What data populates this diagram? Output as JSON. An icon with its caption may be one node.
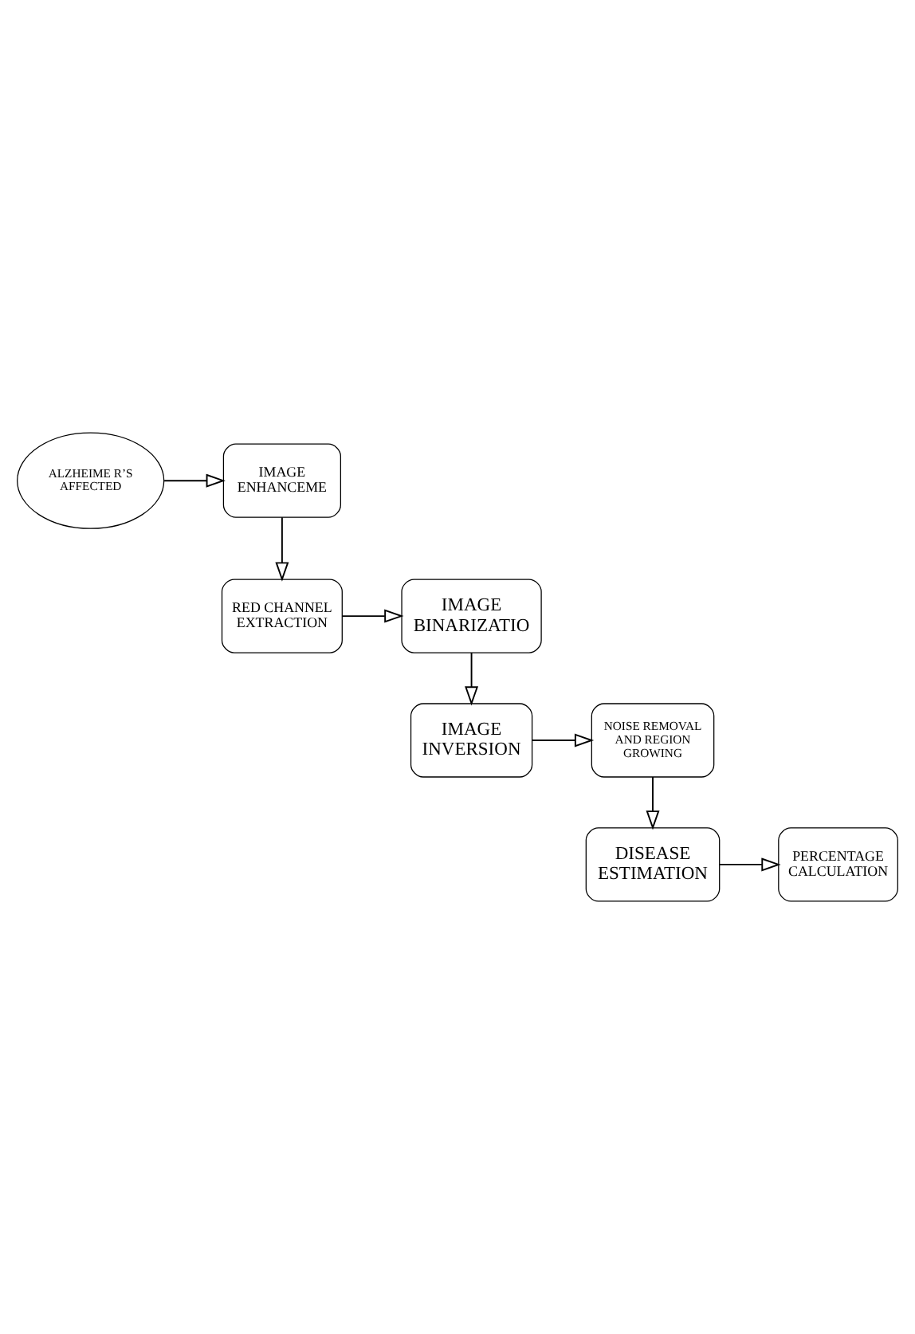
{
  "diagram": {
    "nodes": [
      {
        "text": [
          "ALZHEIME R’S AFFECTED"
        ]
      },
      {
        "text": [
          "IMAGE ENHANCEME"
        ]
      },
      {
        "text": [
          "RED CHANNEL EXTRACTION"
        ]
      },
      {
        "text": [
          "IMAGE BINARIZATIO"
        ]
      },
      {
        "text": [
          "IMAGE INVERSION"
        ]
      },
      {
        "text": [
          "NOISE REMOVAL AND REGION GROWING"
        ]
      },
      {
        "text": [
          "DISEASE ESTIMATION"
        ]
      },
      {
        "text": [
          "PERCENTAGE CALCULATION"
        ]
      }
    ],
    "edges": [
      {
        "from": 0,
        "to": 1,
        "arrow": "to"
      },
      {
        "from": 1,
        "to": 2,
        "arrow": "to"
      },
      {
        "from": 2,
        "to": 3,
        "arrow": "to"
      },
      {
        "from": 3,
        "to": 4,
        "arrow": "to"
      },
      {
        "from": 4,
        "to": 5,
        "arrow": "to"
      },
      {
        "from": 5,
        "to": 6,
        "arrow": "to"
      },
      {
        "from": 6,
        "to": 7,
        "arrow": "to"
      }
    ]
  }
}
